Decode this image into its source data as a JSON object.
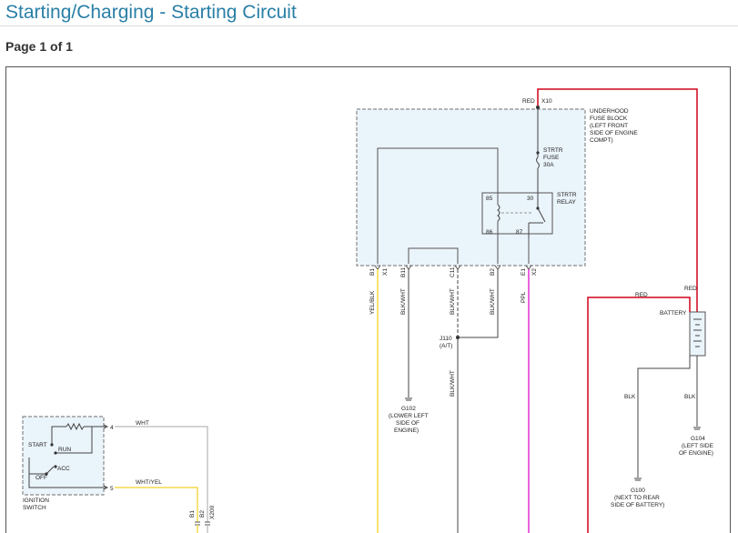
{
  "header": {
    "title": "Starting/Charging - Starting Circuit",
    "page_label": "Page 1 of 1"
  },
  "colors": {
    "red": "#d0021b",
    "yellow": "#f4dc4a",
    "violet": "#e23ed8",
    "black": "#333333",
    "white": "#bbbbbb",
    "box_fill": "#eaf4fb",
    "box_border": "#8a8a8a"
  },
  "diagram": {
    "fuse_block": {
      "label": [
        "UNDERHOOD",
        "FUSE BLOCK",
        "(LEFT FRONT",
        "SIDE OF ENGINE",
        "COMPT)"
      ],
      "input_wire": "RED",
      "input_pin": "X10",
      "fuse": [
        "STRTR",
        "FUSE",
        "30A"
      ],
      "relay": {
        "label": [
          "STRTR",
          "RELAY"
        ],
        "pin_85": "85",
        "pin_86": "86",
        "pin_30": "30",
        "pin_87": "87"
      },
      "connector_pins": [
        {
          "pin": "B1",
          "conn": "X1"
        },
        {
          "pin": "B11",
          "conn": ""
        },
        {
          "pin": "C11",
          "conn": ""
        },
        {
          "pin": "B2",
          "conn": ""
        },
        {
          "pin": "E1",
          "conn": "X2"
        }
      ]
    },
    "wires": {
      "yel_blk": "YEL/BLK",
      "blk_wht_1": "BLK/WHT",
      "blk_wht_2": "BLK/WHT",
      "blk_wht_3": "BLK/WHT",
      "blk_wht_4": "BLK/WHT",
      "ppl": "PPL",
      "red_1": "RED",
      "red_2": "RED",
      "blk_1": "BLK",
      "blk_2": "BLK",
      "wht": "WHT",
      "wht_yel": "WHT/YEL"
    },
    "splice": {
      "id": "J110",
      "note": "(A/T)"
    },
    "grounds": {
      "g102": [
        "G102",
        "(LOWER LEFT",
        "SIDE OF",
        "ENGINE)"
      ],
      "g104": [
        "G104",
        "(LEFT SIDE",
        "OF ENGINE)"
      ],
      "g100": [
        "G100",
        "(NEXT TO REAR",
        "SIDE OF BATTERY)"
      ]
    },
    "battery": {
      "label": "BATTERY"
    },
    "ignition_switch": {
      "label": [
        "IGNITION",
        "SWITCH"
      ],
      "positions": [
        "START",
        "RUN",
        "ACC",
        "OFF"
      ],
      "pin_4": "4",
      "pin_5": "5"
    },
    "bottom_connector": {
      "pin_b1": "B1",
      "pin_b2": "B2",
      "conn": "X200"
    }
  }
}
